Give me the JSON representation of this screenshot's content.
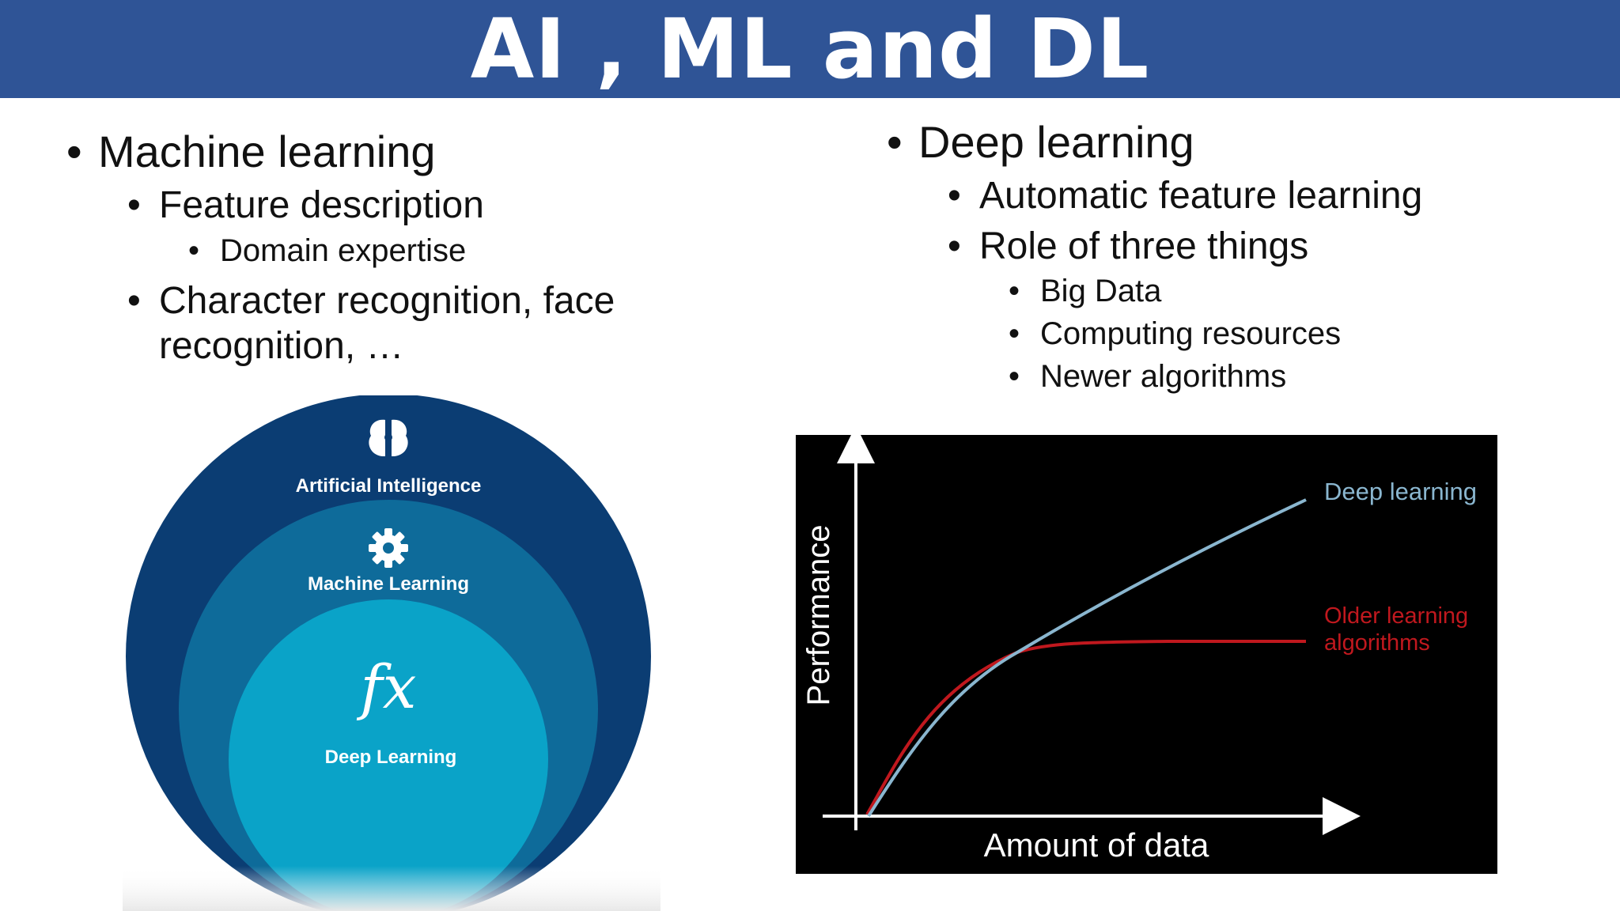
{
  "title": "AI , ML and DL",
  "left_column": {
    "heading": "Machine learning",
    "sub1": "Feature description",
    "sub1_child": "Domain expertise",
    "sub2_line1": "Character recognition, face",
    "sub2_line2": "recognition, …"
  },
  "right_column": {
    "heading": "Deep learning",
    "sub1": "Automatic feature learning",
    "sub2": "Role of three things",
    "sub2_children": [
      "Big Data",
      "Computing resources",
      "Newer algorithms"
    ]
  },
  "venn": {
    "outer_label": "Artificial Intelligence",
    "middle_label": "Machine Learning",
    "inner_label": "Deep Learning",
    "outer_icon": "brain-icon",
    "middle_icon": "gear-icon",
    "inner_icon": "function-fx-icon",
    "fx_glyph": "fx",
    "colors": {
      "outer": "#0b3d73",
      "middle": "#0e6b9a",
      "inner": "#0aa3c8"
    }
  },
  "graph": {
    "x_axis_label": "Amount of data",
    "y_axis_label": "Performance",
    "deep_label": "Deep learning",
    "older_label_line1": "Older learning",
    "older_label_line2": "algorithms",
    "colors": {
      "deep": "#8ab6cf",
      "older": "#c0181e"
    }
  }
}
